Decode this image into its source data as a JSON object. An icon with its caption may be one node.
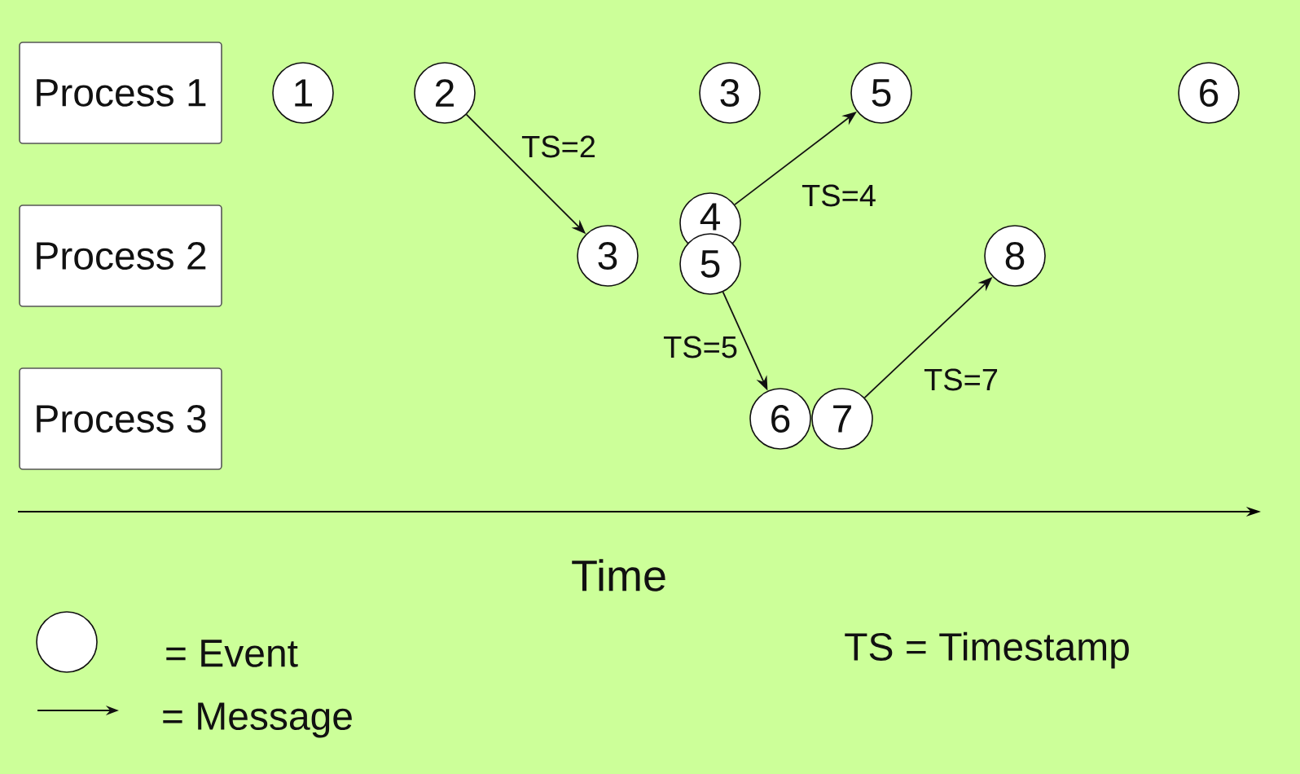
{
  "diagram": {
    "nodes": [
      {
        "text": [
          "Process 1"
        ]
      },
      {
        "text": [
          "Process 2"
        ]
      },
      {
        "text": [
          "Process 3"
        ]
      },
      {
        "text": [
          "1"
        ]
      },
      {
        "text": [
          "2"
        ]
      },
      {
        "text": [
          "3"
        ]
      },
      {
        "text": [
          "5"
        ]
      },
      {
        "text": [
          "6"
        ]
      },
      {
        "text": [
          "3"
        ]
      },
      {
        "text": [
          "4"
        ]
      },
      {
        "text": [
          "5"
        ]
      },
      {
        "text": [
          "8"
        ]
      },
      {
        "text": [
          "6"
        ]
      },
      {
        "text": [
          "7"
        ]
      }
    ],
    "edges": [
      {
        "from": 4,
        "to": 8,
        "arrow": "to",
        "label": "TS=2"
      },
      {
        "from": 9,
        "to": 6,
        "arrow": "to",
        "label": "TS=4"
      },
      {
        "from": 10,
        "to": 12,
        "arrow": "to",
        "label": "TS=5"
      },
      {
        "from": 13,
        "to": 11,
        "arrow": "to",
        "label": "TS=7"
      }
    ],
    "labels": [
      "Time",
      "TS = Timestamp"
    ],
    "legend": [
      {
        "text": "= Event"
      },
      {
        "text": "= Message"
      }
    ]
  }
}
